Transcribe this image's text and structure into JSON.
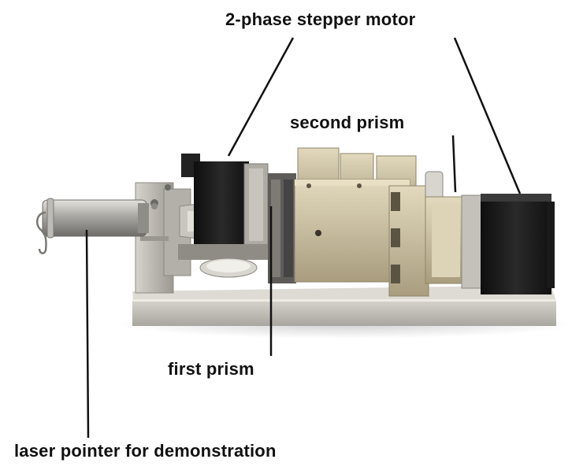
{
  "labels": {
    "stepper_motor": "2-phase stepper motor",
    "second_prism": "second prism",
    "first_prism": "first prism",
    "laser_pointer": "laser pointer for demonstration"
  },
  "colors": {
    "background": "#ffffff",
    "base_plate": "#c9c6c0",
    "brass": "#cbc0a2",
    "motor_body": "#1c1c1c",
    "aluminum": "#b9b6b0",
    "leader_line": "#111111"
  }
}
